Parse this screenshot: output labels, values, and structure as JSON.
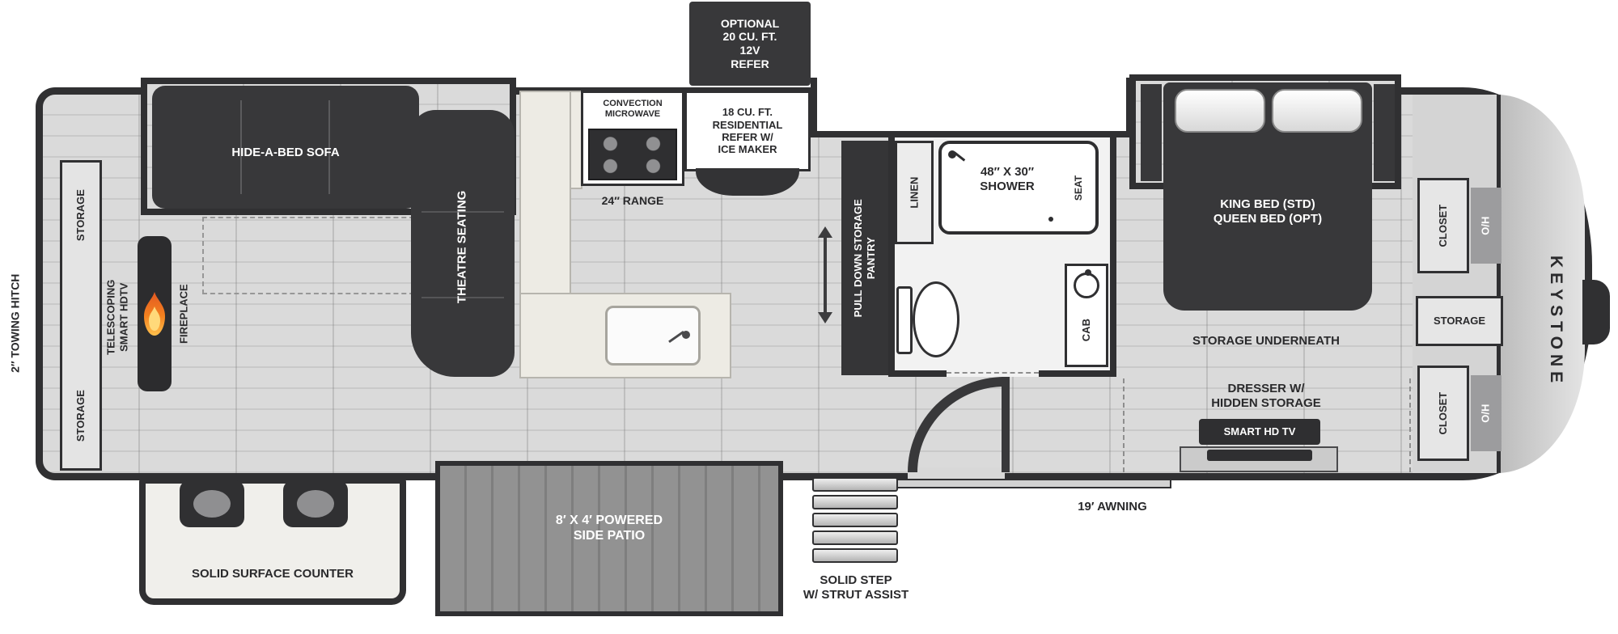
{
  "brand": "KEYSTONE",
  "exterior": {
    "towing_hitch": "2″ TOWING HITCH",
    "optional_refer": "OPTIONAL\n20 CU. FT.\n12V\nREFER",
    "awning": "19′ AWNING",
    "steps": "SOLID STEP\nW/ STRUT ASSIST",
    "patio": "8′ X 4′ POWERED\nSIDE PATIO"
  },
  "living_area": {
    "sofa": "HIDE-A-BED SOFA",
    "theatre_seating": "THEATRE SEATING",
    "fireplace": "FIREPLACE",
    "tv": "TELESCOPING\nSMART HDTV",
    "storage_upper": "STORAGE",
    "storage_lower": "STORAGE",
    "counter": "SOLID SURFACE COUNTER"
  },
  "kitchen": {
    "microwave": "CONVECTION\nMICROWAVE",
    "range": "24″ RANGE",
    "refrigerator": "18 CU. FT.\nRESIDENTIAL\nREFER W/\nICE MAKER",
    "pantry": "PULL DOWN STORAGE\nPANTRY"
  },
  "bathroom": {
    "linen": "LINEN",
    "shower": "48″ X 30″\nSHOWER",
    "seat": "SEAT",
    "cabinet": "CAB"
  },
  "bedroom": {
    "bed": "KING BED (STD)\nQUEEN BED (OPT)",
    "storage_underneath": "STORAGE UNDERNEATH",
    "dresser": "DRESSER W/\nHIDDEN STORAGE",
    "tv": "SMART HD TV",
    "closet_rear": "CLOSET",
    "overhead_rear": "O/H",
    "storage_front": "STORAGE",
    "closet_front": "CLOSET",
    "overhead_front": "O/H"
  },
  "colors": {
    "wall": "#303032",
    "furniture": "#38383a",
    "floor": "#d9d9d9",
    "flame_orange": "#f4821f",
    "flame_yellow": "#ffd97a"
  }
}
